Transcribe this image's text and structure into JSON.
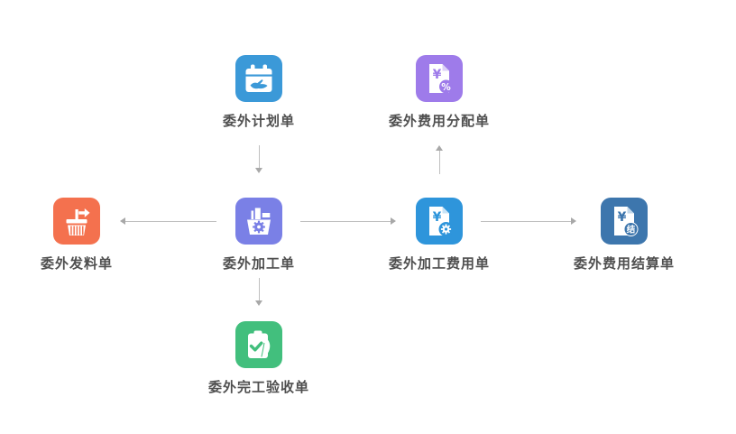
{
  "diagram": {
    "background": "#ffffff",
    "label_color": "#4f4f4f",
    "arrow_line_color": "#bfbfbf",
    "arrow_head_color": "#a8a8a8",
    "symbols": {
      "yuan": "¥",
      "percent": "%",
      "settle": "结"
    },
    "nodes": [
      {
        "id": "plan",
        "label": "委外计划单",
        "color": "#3b99d8",
        "icon": "calendar-hand-icon"
      },
      {
        "id": "cost-allocation",
        "label": "委外费用分配单",
        "color": "#9e7bea",
        "icon": "yuan-percent-doc-icon"
      },
      {
        "id": "material-issue",
        "label": "委外发料单",
        "color": "#f4714e",
        "icon": "basket-out-icon"
      },
      {
        "id": "processing",
        "label": "委外加工单",
        "color": "#7a80e6",
        "icon": "bin-gear-icon"
      },
      {
        "id": "processing-cost",
        "label": "委外加工费用单",
        "color": "#2e95db",
        "icon": "yuan-gear-doc-icon"
      },
      {
        "id": "cost-settlement",
        "label": "委外费用结算单",
        "color": "#3d76ad",
        "icon": "yuan-settle-doc-icon"
      },
      {
        "id": "acceptance",
        "label": "委外完工验收单",
        "color": "#42bf7d",
        "icon": "clipboard-check-icon"
      }
    ],
    "edges": [
      {
        "from": "plan",
        "to": "processing",
        "direction": "down"
      },
      {
        "from": "processing",
        "to": "material-issue",
        "direction": "left"
      },
      {
        "from": "processing",
        "to": "processing-cost",
        "direction": "right"
      },
      {
        "from": "processing-cost",
        "to": "cost-allocation",
        "direction": "up"
      },
      {
        "from": "processing-cost",
        "to": "cost-settlement",
        "direction": "right"
      },
      {
        "from": "processing",
        "to": "acceptance",
        "direction": "down"
      }
    ]
  }
}
